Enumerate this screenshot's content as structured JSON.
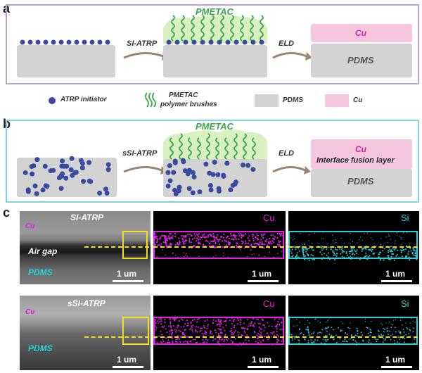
{
  "panel_a": {
    "letter": "a",
    "step1_label": "SI-ATRP",
    "step2_label": "ELD",
    "brush_label": "PMETAC",
    "cu_label": "Cu",
    "pdms_label": "PDMS"
  },
  "legend": {
    "initiator": "ATRP initiator",
    "brushes_line1": "PMETAC",
    "brushes_line2": "polymer brushes",
    "pdms": "PDMS",
    "cu": "Cu"
  },
  "panel_b": {
    "letter": "b",
    "step1_label": "sSI-ATRP",
    "step2_label": "ELD",
    "brush_label": "PMETAC",
    "cu_label": "Cu",
    "fusion_label": "Interface fusion layer",
    "pdms_label": "PDMS"
  },
  "panel_c": {
    "letter": "c",
    "row1": {
      "sem_title": "SI-ATRP",
      "sem_cu": "Cu",
      "sem_airgap": "Air gap",
      "sem_pdms": "PDMS",
      "cu_map_label": "Cu",
      "si_map_label": "Si",
      "scale": "1 um"
    },
    "row2": {
      "sem_title": "sSI-ATRP",
      "sem_cu": "Cu",
      "sem_pdms": "PDMS",
      "cu_map_label": "Cu",
      "si_map_label": "Si",
      "scale": "1 um"
    }
  },
  "colors": {
    "panel_a_border": "#b7a6cf",
    "panel_b_border": "#7fd3e0",
    "initiator": "#3a4aa0",
    "brush": "#3aa64a",
    "brush_cloud": "#d9f0c0",
    "pdms": "#d3d3d3",
    "cu": "#f5c6dd",
    "cu_text": "#d6239b",
    "arrow": "#9a8474",
    "map_magenta": "#e620e6",
    "map_cyan": "#28d0d8",
    "highlight_yellow": "#f0e020"
  }
}
